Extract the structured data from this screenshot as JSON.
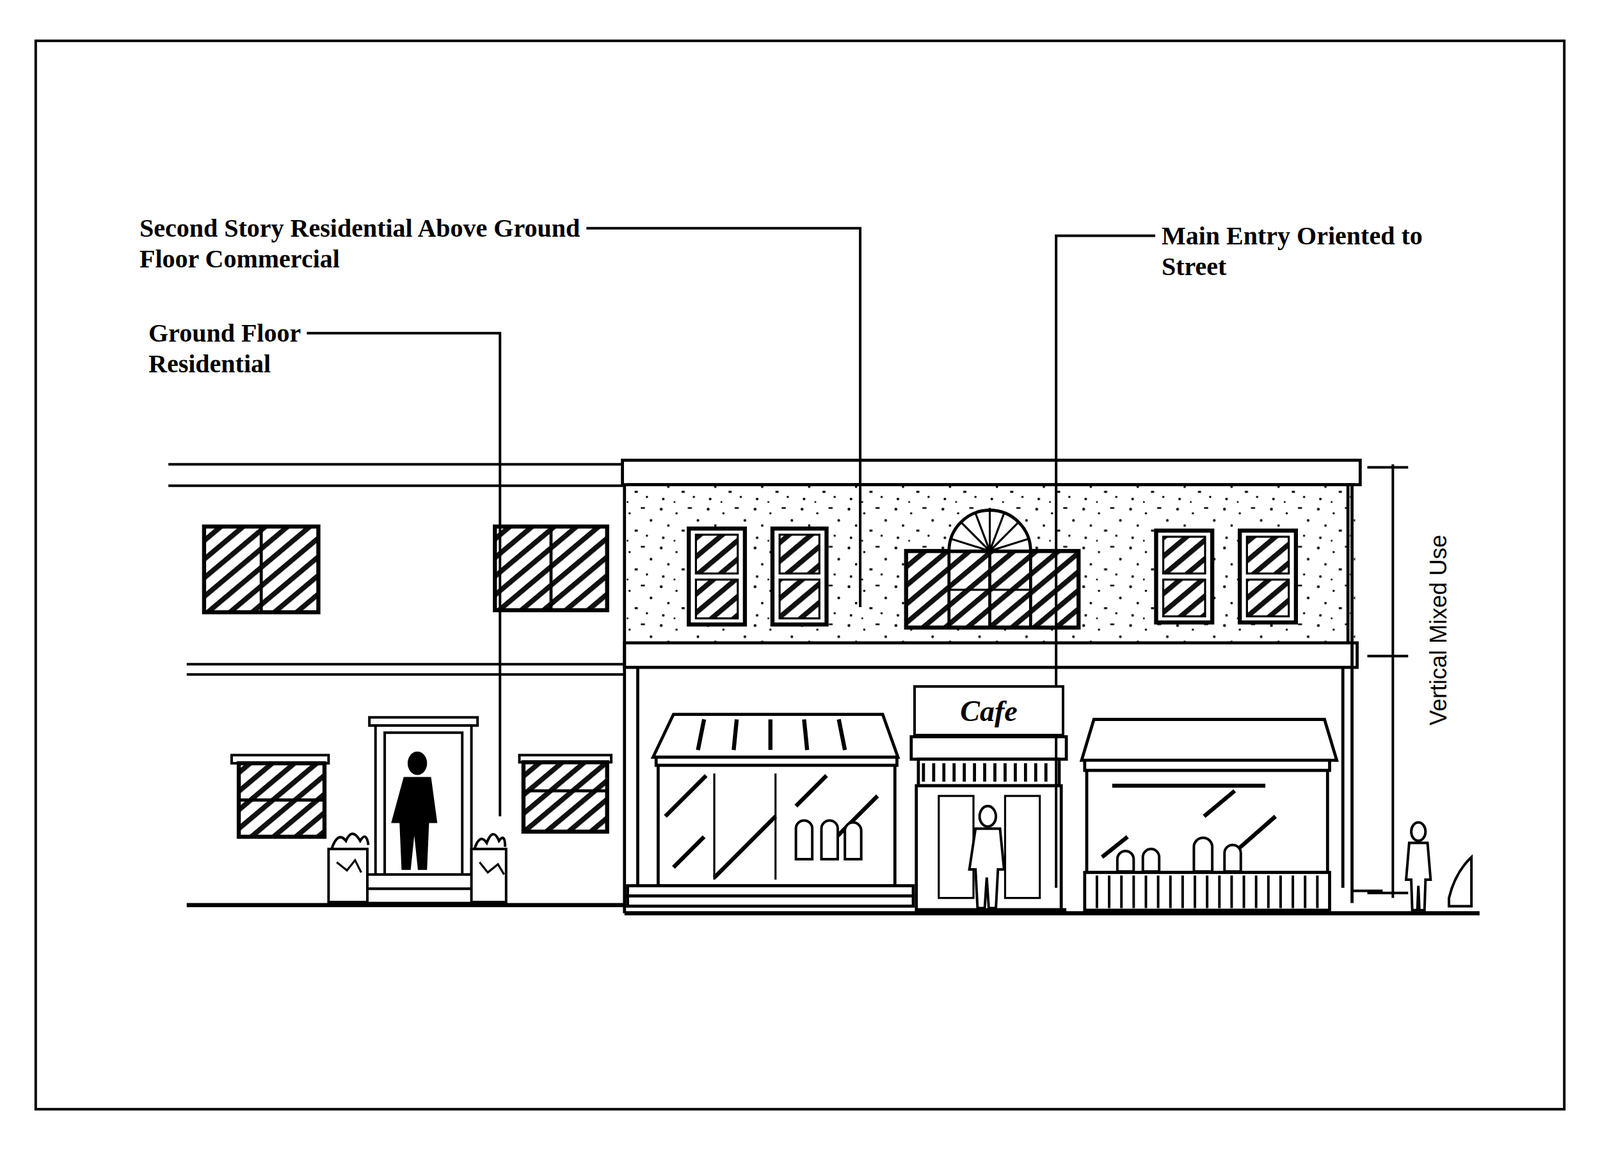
{
  "diagram": {
    "nodes": [
      {
        "text": [
          "Cafe"
        ]
      }
    ],
    "labels": [
      "Second Story Residential Above Ground Floor Commercial",
      "Ground Floor Residential",
      "Main Entry Oriented to Street",
      "Vertical Mixed Use"
    ]
  }
}
